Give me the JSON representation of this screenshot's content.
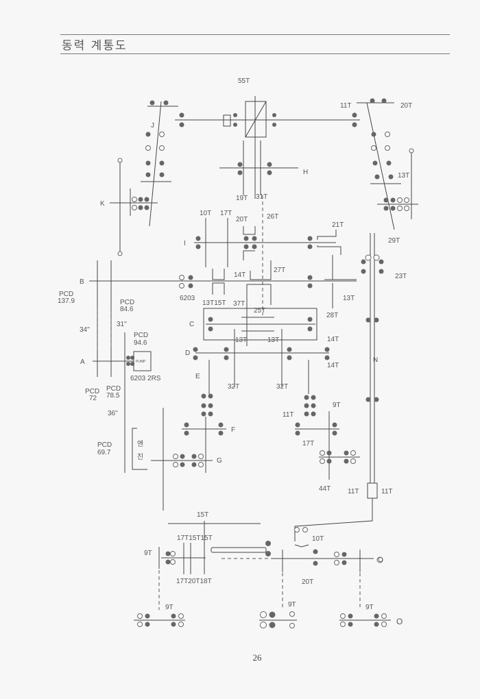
{
  "header": {
    "title": "동력 계통도"
  },
  "page_number": "26",
  "labels": {
    "t55": "55T",
    "J": "J",
    "t11a": "11T",
    "t20a": "20T",
    "H": "H",
    "t19": "19T",
    "t31": "31T",
    "t13a": "13T",
    "K": "K",
    "t29": "29T",
    "t10": "10T",
    "t17a": "17T",
    "t20b": "20T",
    "t26": "26T",
    "t21": "21T",
    "I": "I",
    "t14a": "14T",
    "t27": "27T",
    "B": "B",
    "pcd1379": [
      "PCD",
      "137.9"
    ],
    "pcd846": [
      "PCD",
      "84.6"
    ],
    "b6203": "6203",
    "t13t15": "13T15T",
    "t37": "37T",
    "t25": "25T",
    "t13b": "13T",
    "t28": "28T",
    "t23": "23T",
    "C": "C",
    "in34": "34\"",
    "in31": "31\"",
    "pcd946": [
      "PCD",
      "94.6"
    ],
    "t13c": "13T",
    "t13d": "13T",
    "t14b": "14T",
    "D": "D",
    "A": "A",
    "t14c": "14T",
    "N": "N",
    "pump": "PUMP",
    "b6203rs": "6203 2RS",
    "E": "E",
    "t32a": "32T",
    "t32b": "32T",
    "pcd72": [
      "PCD",
      "72"
    ],
    "pcd785": [
      "PCD",
      "78.5"
    ],
    "t9a": "9T",
    "t11b": "11T",
    "F": "F",
    "in36": "36\"",
    "pcd697": [
      "PCD",
      "69.7"
    ],
    "engine": [
      "엔",
      "진"
    ],
    "G": "G",
    "t17b": "17T",
    "t44": "44T",
    "t11c": "11T",
    "t11d": "11T",
    "t15": "15T",
    "t171515": "17T15T15T",
    "t9b": "9T",
    "t10b": "10T",
    "O1": "O",
    "t172018": "17T20T18T",
    "t20c": "20T",
    "t9c": "9T",
    "t9d": "9T",
    "t9e": "9T",
    "O2": "O"
  }
}
